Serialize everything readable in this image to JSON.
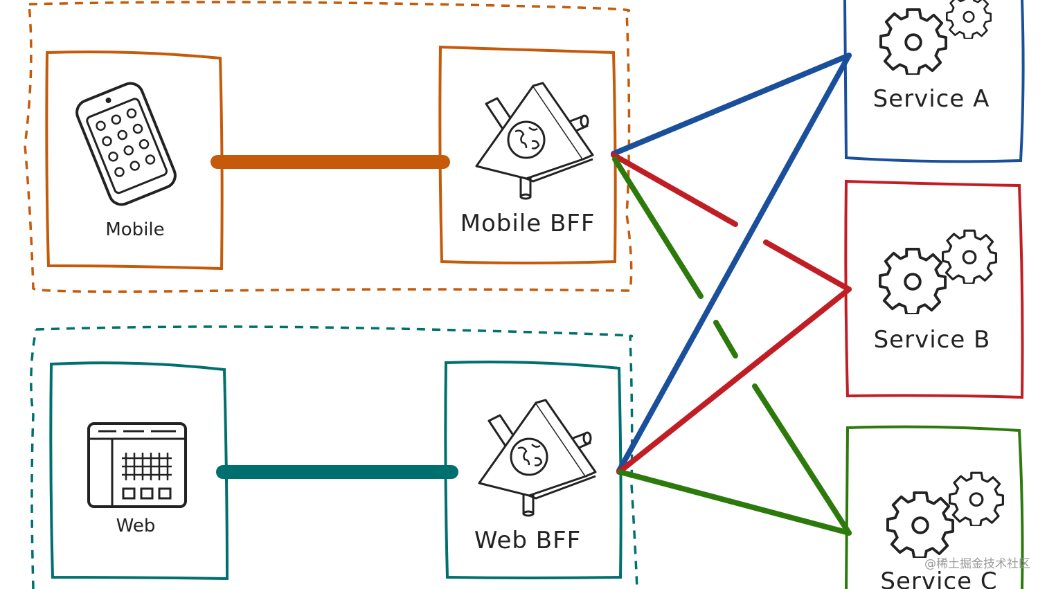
{
  "colors": {
    "mobile": "#c45a0a",
    "web": "#00706f",
    "service_a": "#1a4f9c",
    "service_b": "#c11d24",
    "service_c": "#2d7a0c",
    "ink": "#222222"
  },
  "clients": {
    "mobile": {
      "label": "Mobile",
      "icon": "smartphone-icon"
    },
    "web": {
      "label": "Web",
      "icon": "browser-window-icon"
    }
  },
  "bffs": {
    "mobile": {
      "label": "Mobile BFF",
      "icon": "gateway-triangle-icon"
    },
    "web": {
      "label": "Web BFF",
      "icon": "gateway-triangle-icon"
    }
  },
  "services": {
    "a": {
      "label": "Service A",
      "icon": "gears-icon"
    },
    "b": {
      "label": "Service B",
      "icon": "gears-icon"
    },
    "c": {
      "label": "Service C",
      "icon": "gears-icon"
    }
  },
  "watermark": "@稀土掘金技术社区"
}
